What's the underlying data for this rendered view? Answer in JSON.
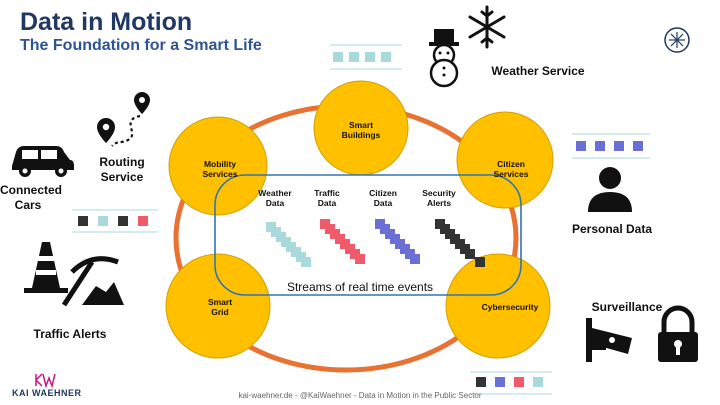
{
  "title": "Data in Motion",
  "subtitle": "The Foundation for a Smart Life",
  "left_labels": {
    "routing": "Routing\nService",
    "cars": "Connected\nCars",
    "traffic_alerts": "Traffic Alerts"
  },
  "right_labels": {
    "weather": "Weather Service",
    "personal": "Personal Data",
    "surveillance": "Surveillance"
  },
  "circles": {
    "smart_buildings": "Smart\nBuildings",
    "mobility": "Mobility\nServices",
    "citizen_services": "Citizen\nServices",
    "smart_grid": "Smart\nGrid",
    "cybersecurity": "Cybersecurity"
  },
  "streams": {
    "weather": "Weather\nData",
    "traffic": "Traffic\nData",
    "citizen": "Citizen\nData",
    "security": "Security\nAlerts",
    "caption": "Streams of real time events"
  },
  "colors": {
    "title": "#1f3864",
    "circle": "#ffc000",
    "ring": "#e97132",
    "stream_box": "#2e75b6",
    "weather": "#a8dadc",
    "traffic": "#ef5b6b",
    "citizen": "#6a6fd6",
    "security": "#333333"
  },
  "brand": "KAI WAEHNER",
  "footer": "kai-waehner.de - @KaiWaehner - Data in Motion in the Public Sector",
  "icons": [
    "weather-snowman-icon",
    "snowflake-icon",
    "routing-pin-icon",
    "car-icon",
    "traffic-cone-icon",
    "pickaxe-icon",
    "person-icon",
    "camera-icon",
    "lock-icon",
    "logo-icon"
  ]
}
